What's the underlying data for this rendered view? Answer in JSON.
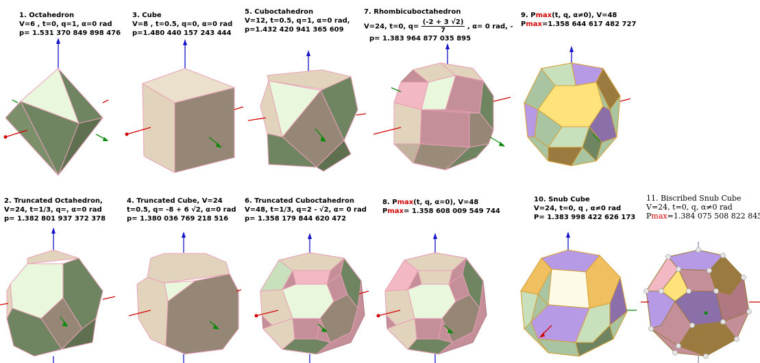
{
  "colors": {
    "axis_z": "#1414c8",
    "axis_x": "#d40000",
    "axis_y": "#0a8a0a",
    "edge_pink": "#e9a0b6",
    "edge_gold": "#d6a037",
    "face_tan": "#e2d4bc",
    "face_olive": "#6f8460",
    "face_taupe": "#9a8a78",
    "face_lightgreen": "#e9f8dc",
    "face_pink": "#f2b8c4",
    "face_mauve": "#c48f98",
    "face_lavender": "#b79ae6",
    "face_gold": "#f0c060",
    "face_yellow": "#ffe27a",
    "face_sage": "#a9c4a0",
    "face_brown": "#9a7a3e",
    "face_purple": "#8a6fa8"
  },
  "panels": [
    {
      "id": "octahedron",
      "line1": "1. Octahedron",
      "line2": "V=6 , t=0, q=1, α=0 rad",
      "line3": "p= 1.531 370 849 898 476",
      "icon": "octahedron-icon"
    },
    {
      "id": "cube",
      "line1": "3. Cube",
      "line2": "V=8 , t=0.5, q=0, α=0 rad",
      "line3": "p=1.480 440 157 243 444",
      "icon": "cube-icon"
    },
    {
      "id": "cuboctahedron",
      "line1": "5. Cuboctahedron",
      "line2": "V=12, t=0.5, q=1, α=0 rad,",
      "line3": "p=1.432 420 941 365 609",
      "icon": "cuboctahedron-icon"
    },
    {
      "id": "rhombicuboctahedron",
      "line1": "7. Rhombicuboctahedron",
      "line2a": "V=24, t=0, q=",
      "frac_num": "(-2 + 3 √2)",
      "frac_den": "7",
      "line2b": ", α= 0 rad, -",
      "line3": "p= 1.383 964 877 035 895",
      "icon": "rhombicuboctahedron-icon"
    },
    {
      "id": "pmax-nonzero",
      "line1a": "9.    P",
      "line1b": "max",
      "line1c": "(t, q, α≠0), V=48",
      "line2a": "P",
      "line2b": "max",
      "line2c": "=1.358 644 617 482 727",
      "icon": "polyhedron-pmax-icon"
    },
    {
      "id": "truncated-octahedron",
      "line1": "2. Truncated Octahedron,",
      "line2": "V=24, t=1/3, q=, α=0 rad",
      "line3": "p= 1.382 801 937 372 378",
      "icon": "truncated-octahedron-icon"
    },
    {
      "id": "truncated-cube",
      "line1": "4. Truncated Cube, V=24",
      "line2": "t=0.5, q= -8 + 6 √2, α=0 rad",
      "line3": "p= 1.380 036 769 218 516",
      "icon": "truncated-cube-icon"
    },
    {
      "id": "truncated-cuboctahedron",
      "line1": "6. Truncated Cuboctahedron",
      "line2": "V=48, t=1/3, q=2 - √2, α= 0 rad",
      "line3": "p= 1.358 179 844 620 472",
      "icon": "truncated-cuboctahedron-icon"
    },
    {
      "id": "pmax-zero",
      "line1a": "8.    P",
      "line1b": "max",
      "line1c": "(t, q, α=0), V=48",
      "line2a": "P",
      "line2b": "max",
      "line2c": "= 1.358 608 009 549 744",
      "icon": "polyhedron-pmax-zero-icon"
    },
    {
      "id": "snub-cube",
      "line1": "10. Snub Cube",
      "line2": "V=24, t=0, q , α≠0 rad",
      "line3": "P= 1.383 998 422 626 173",
      "icon": "snub-cube-icon"
    },
    {
      "id": "biscribed-snub-cube",
      "line1": "11. Biscribed Snub Cube",
      "line2": "V=24, t=0, q, α≠0 rad",
      "line3a": "P",
      "line3b": "max",
      "line3c": "=1.384 075 508 822 845",
      "icon": "biscribed-snub-cube-icon"
    }
  ]
}
